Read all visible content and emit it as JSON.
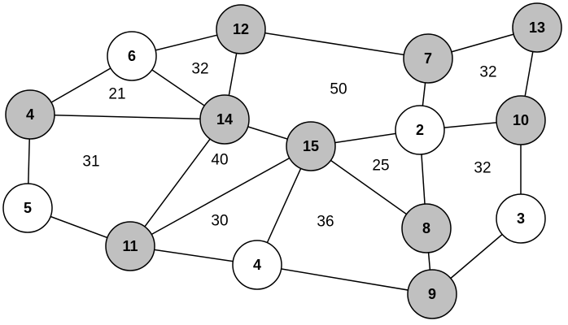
{
  "colors": {
    "shaded_fill": "#c0c0c0",
    "plain_fill": "#ffffff",
    "stroke": "#000000"
  },
  "nodes": [
    {
      "id": "n6",
      "label": "6",
      "shaded": false
    },
    {
      "id": "n12",
      "label": "12",
      "shaded": true
    },
    {
      "id": "n7",
      "label": "7",
      "shaded": true
    },
    {
      "id": "n13",
      "label": "13",
      "shaded": true
    },
    {
      "id": "n4a",
      "label": "4",
      "shaded": true
    },
    {
      "id": "n14",
      "label": "14",
      "shaded": true
    },
    {
      "id": "n15",
      "label": "15",
      "shaded": true
    },
    {
      "id": "n2",
      "label": "2",
      "shaded": false
    },
    {
      "id": "n10",
      "label": "10",
      "shaded": true
    },
    {
      "id": "n5",
      "label": "5",
      "shaded": false
    },
    {
      "id": "n3",
      "label": "3",
      "shaded": false
    },
    {
      "id": "n8",
      "label": "8",
      "shaded": true
    },
    {
      "id": "n11",
      "label": "11",
      "shaded": true
    },
    {
      "id": "n4b",
      "label": "4",
      "shaded": false
    },
    {
      "id": "n9",
      "label": "9",
      "shaded": true
    }
  ],
  "edges": [
    {
      "from": "n6",
      "to": "n12"
    },
    {
      "from": "n12",
      "to": "n7"
    },
    {
      "from": "n7",
      "to": "n13"
    },
    {
      "from": "n6",
      "to": "n4a"
    },
    {
      "from": "n6",
      "to": "n14"
    },
    {
      "from": "n12",
      "to": "n14"
    },
    {
      "from": "n7",
      "to": "n2"
    },
    {
      "from": "n13",
      "to": "n10"
    },
    {
      "from": "n4a",
      "to": "n14"
    },
    {
      "from": "n4a",
      "to": "n5"
    },
    {
      "from": "n14",
      "to": "n15"
    },
    {
      "from": "n14",
      "to": "n11"
    },
    {
      "from": "n15",
      "to": "n2"
    },
    {
      "from": "n2",
      "to": "n10"
    },
    {
      "from": "n15",
      "to": "n11"
    },
    {
      "from": "n15",
      "to": "n4b"
    },
    {
      "from": "n15",
      "to": "n8"
    },
    {
      "from": "n2",
      "to": "n8"
    },
    {
      "from": "n10",
      "to": "n3"
    },
    {
      "from": "n5",
      "to": "n11"
    },
    {
      "from": "n11",
      "to": "n4b"
    },
    {
      "from": "n4b",
      "to": "n9"
    },
    {
      "from": "n8",
      "to": "n9"
    },
    {
      "from": "n3",
      "to": "n9"
    }
  ],
  "weights": [
    {
      "id": "w21",
      "text": "21"
    },
    {
      "id": "w32a",
      "text": "32"
    },
    {
      "id": "w50",
      "text": "50"
    },
    {
      "id": "w32b",
      "text": "32"
    },
    {
      "id": "w31",
      "text": "31"
    },
    {
      "id": "w40",
      "text": "40"
    },
    {
      "id": "w25",
      "text": "25"
    },
    {
      "id": "w32c",
      "text": "32"
    },
    {
      "id": "w30",
      "text": "30"
    },
    {
      "id": "w36",
      "text": "36"
    }
  ]
}
